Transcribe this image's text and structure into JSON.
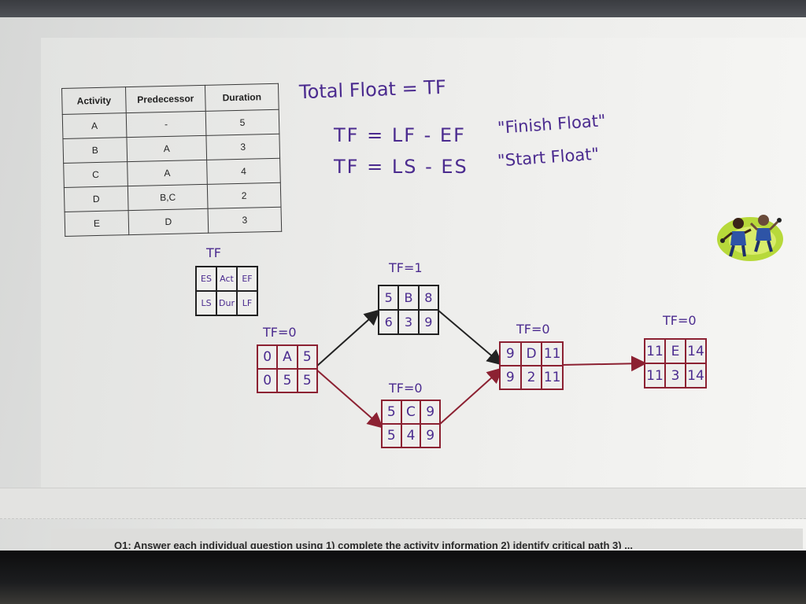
{
  "table": {
    "headers": [
      "Activity",
      "Predecessor",
      "Duration"
    ],
    "rows": [
      [
        "A",
        "-",
        "5"
      ],
      [
        "B",
        "A",
        "3"
      ],
      [
        "C",
        "A",
        "4"
      ],
      [
        "D",
        "B,C",
        "2"
      ],
      [
        "E",
        "D",
        "3"
      ]
    ]
  },
  "notes": {
    "title": "Total Float = TF",
    "formula_finish": "TF = LF - EF",
    "formula_start": "TF = LS - ES",
    "finish_label": "\"Finish Float\"",
    "start_label": "\"Start Float\""
  },
  "legend": {
    "label": "TF",
    "cells": [
      "ES",
      "Act",
      "EF",
      "LS",
      "Dur",
      "LF"
    ]
  },
  "nodes": {
    "A": {
      "tf": "TF=0",
      "cells": [
        "0",
        "A",
        "5",
        "0",
        "5",
        "5"
      ]
    },
    "B": {
      "tf": "TF=1",
      "cells": [
        "5",
        "B",
        "8",
        "6",
        "3",
        "9"
      ]
    },
    "C": {
      "tf": "TF=0",
      "cells": [
        "5",
        "C",
        "9",
        "5",
        "4",
        "9"
      ]
    },
    "D": {
      "tf": "TF=0",
      "cells": [
        "9",
        "D",
        "11",
        "9",
        "2",
        "11"
      ]
    },
    "E": {
      "tf": "TF=0",
      "cells": [
        "11",
        "E",
        "14",
        "11",
        "3",
        "14"
      ]
    }
  },
  "colors": {
    "ink": "#4b2b8f",
    "critical": "#8c2132",
    "normal": "#222222"
  },
  "next_question": "Q1: Answer each individual question using 1) complete the activity information 2) identify critical path 3) ..."
}
